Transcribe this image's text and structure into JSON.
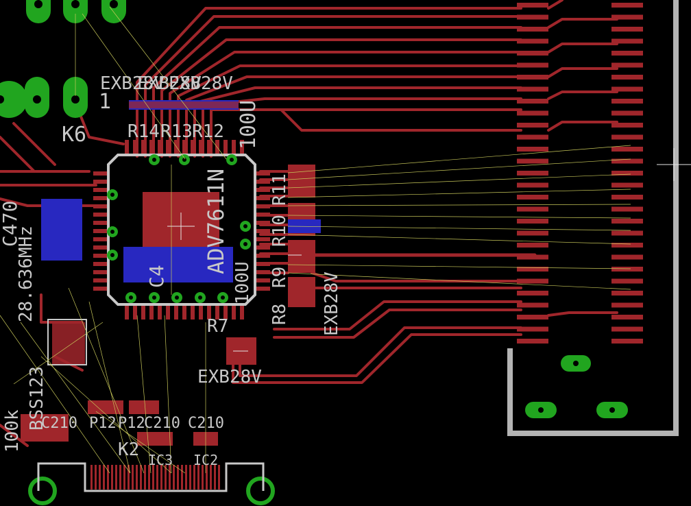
{
  "view": {
    "type": "PCB board layout editor canvas",
    "colors": {
      "background": "#000000",
      "top_copper": "#a0262b",
      "bottom_copper": "#2828c0",
      "thru_pad": "#21a51f",
      "silkscreen": "#c8c8c8",
      "ratsnest": "#c8c85a",
      "frame": "#b4b4b4"
    }
  },
  "labels": {
    "exb28v_top": "EXB28V",
    "exb28v_top2": "EXB28V",
    "exb28v_top3": "EXB28V",
    "r14": "R14",
    "r13": "R13",
    "r12": "R12",
    "c100u_top": "100U",
    "k6": "K6",
    "pin1": "1",
    "adv7611": "ADV7611N",
    "mhz": "28.636MHz",
    "c470": "C470",
    "r8": "R8",
    "exb28v_right": "EXB28V",
    "r7": "R7",
    "exb28v_bottom": "EXB28V",
    "c100u_bottom": "100U",
    "c4": "C4",
    "r10": "R10",
    "r9": "R9",
    "r11": "R11",
    "c210_a": "C210",
    "c210_b": "C210",
    "c210_c": "C210",
    "k2": "K2",
    "ic3": "IC3",
    "ic2": "IC2",
    "bss": "BSS123",
    "val_100k": "100k",
    "p12_a": "P12",
    "p12_b": "P12"
  }
}
